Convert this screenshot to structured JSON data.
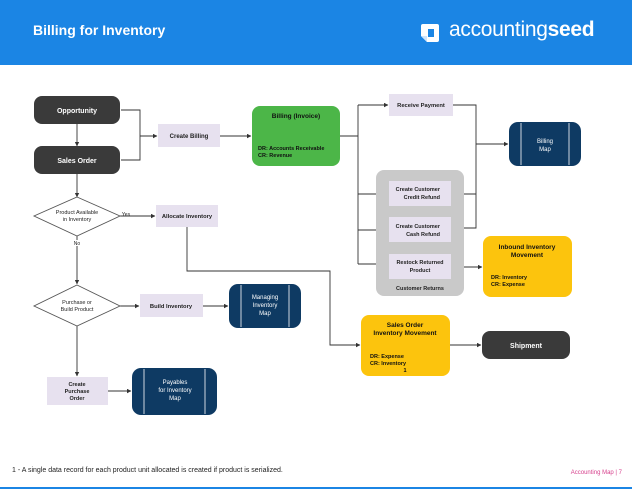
{
  "header": {
    "title": "Billing for Inventory",
    "brand_light": "accounting",
    "brand_bold": "seed",
    "logo_icon": "seed-logo-icon"
  },
  "colors": {
    "header_blue": "#1b85e4",
    "node_dark": "#3a3a3a",
    "node_green": "#4cb648",
    "node_navy": "#0e3a63",
    "node_yellow": "#fcc40d",
    "node_lavender": "#e7e1ef",
    "group_gray": "#c9c9c9",
    "page_pink": "#d63f8c"
  },
  "nodes": {
    "opportunity": "Opportunity",
    "sales_order": "Sales Order",
    "create_billing": "Create Billing",
    "billing_title": "Billing (Invoice)",
    "billing_dr": "DR: Accounts Receivable",
    "billing_cr": "CR: Revenue",
    "receive_payment": "Receive Payment",
    "billing_map": [
      "Billing",
      "Map"
    ],
    "product_available": [
      "Product Available",
      "in Inventory"
    ],
    "yes_label": "Yes",
    "no_label": "No",
    "allocate_inventory": "Allocate Inventory",
    "credit_refund": [
      "Create Customer",
      "Credit Refund"
    ],
    "cash_refund": [
      "Create Customer",
      "Cash Refund"
    ],
    "restock": [
      "Restock Returned",
      "Product"
    ],
    "customer_returns": "Customer Returns",
    "inbound_title": [
      "Inbound Inventory",
      "Movement"
    ],
    "inbound_dr": "DR: Inventory",
    "inbound_cr": "CR: Expense",
    "purchase_or_build": [
      "Purchase or",
      "Build Product"
    ],
    "build_inventory": "Build Inventory",
    "managing_map": [
      "Managing",
      "Inventory",
      "Map"
    ],
    "so_movement_title": [
      "Sales Order",
      "Inventory Movement"
    ],
    "so_dr": "DR: Expense",
    "so_cr": "CR: Inventory",
    "so_footnote_mark": "1",
    "shipment": "Shipment",
    "create_po": [
      "Create",
      "Purchase",
      "Order"
    ],
    "payables_map": [
      "Payables",
      "for Inventory",
      "Map"
    ]
  },
  "footer": {
    "footnote": "1 - A single data record for each product unit allocated is created if product is serialized.",
    "page_label": "Accounting Map | 7"
  }
}
